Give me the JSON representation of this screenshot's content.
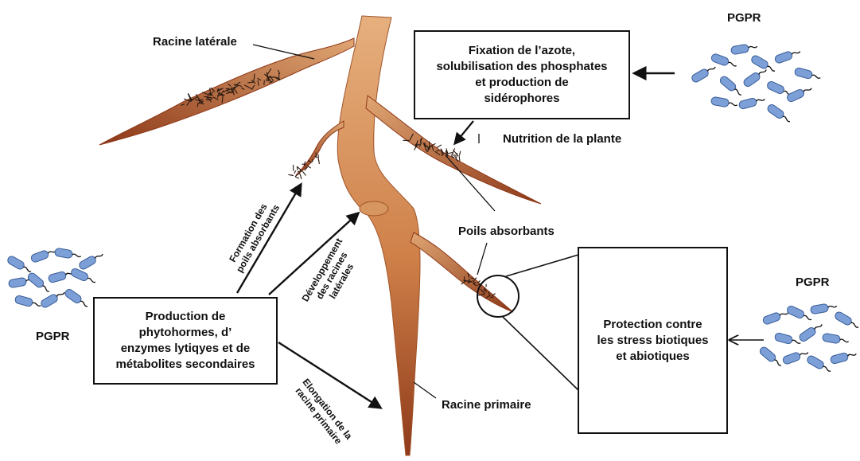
{
  "labels": {
    "lateral_root": "Racine latérale",
    "nutrition": "Nutrition de la plante",
    "root_hairs": "Poils absorbants",
    "primary_root": "Racine primaire",
    "pgpr_top": "PGPR",
    "pgpr_left": "PGPR",
    "pgpr_right": "PGPR"
  },
  "boxes": {
    "nitrogen": [
      "Fixation de l’azote,",
      "solubilisation des phosphates",
      "et production de",
      "sidérophores"
    ],
    "phytohormones": [
      "Production de",
      "phytohormes, d’",
      "enzymes lytiqyes et de",
      "métabolites secondaires"
    ],
    "protection": [
      "Protection contre",
      "les stress biotiques",
      "et abiotiques"
    ]
  },
  "arrow_labels": {
    "root_hair_formation": [
      "Formation des",
      "poils absorbants"
    ],
    "lateral_development": [
      "Développement",
      "des racines",
      "latérales"
    ],
    "primary_elongation": [
      "Elongation de la",
      "racine primaire"
    ]
  },
  "colors": {
    "root_light": "#e2a875",
    "root_dark": "#9a3f1c",
    "hair": "#2a1a12",
    "bacteria_fill": "#7b9fd6",
    "bacteria_stroke": "#3c5f9a"
  }
}
